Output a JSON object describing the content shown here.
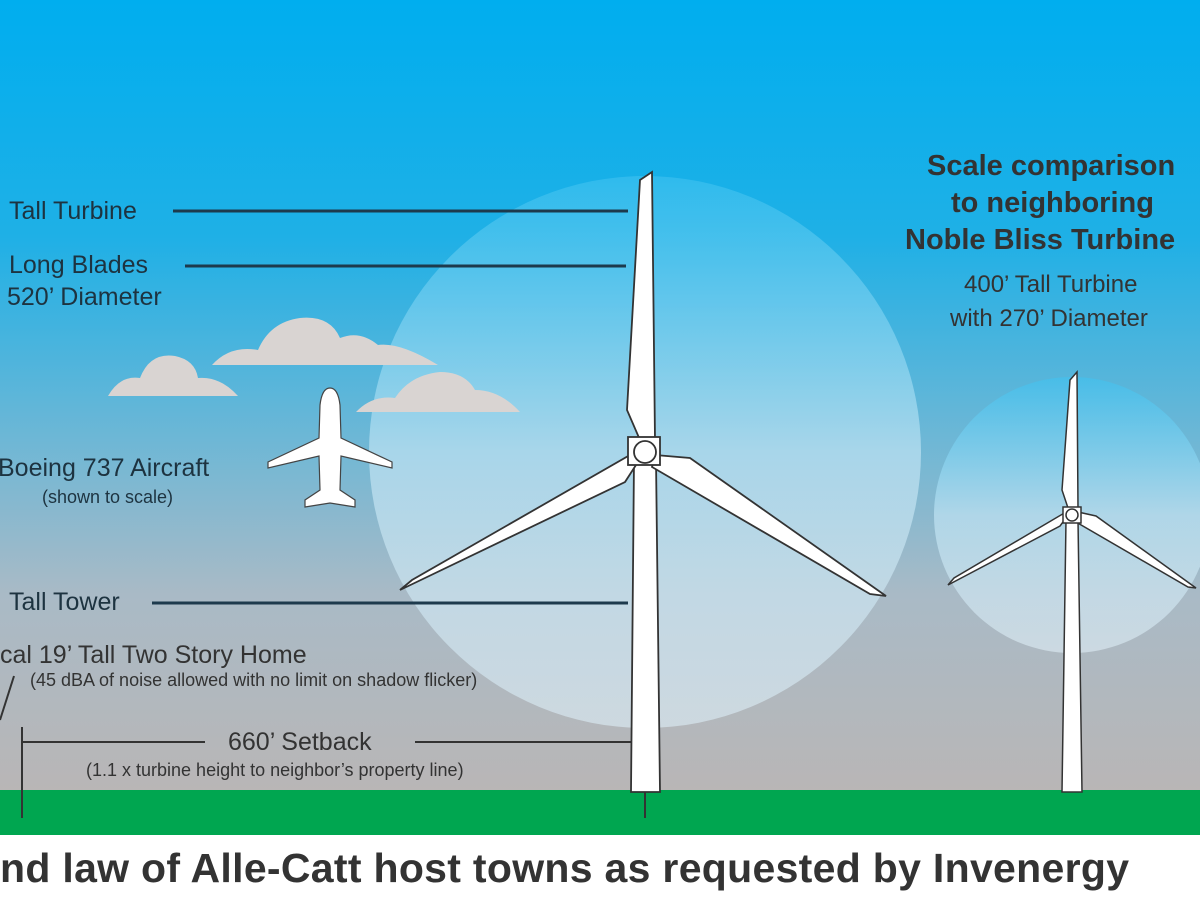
{
  "labels": {
    "tall_turbine": "Tall Turbine",
    "long_blades": "Long Blades",
    "diameter": "520’ Diameter",
    "aircraft": "Boeing 737 Aircraft",
    "aircraft_note": "(shown to scale)",
    "tall_tower": "Tall Tower",
    "home": "cal 19’ Tall Two Story Home",
    "home_note": "(45 dBA of noise allowed with no limit on shadow flicker)",
    "setback": "660’ Setback",
    "setback_note": "(1.1 x turbine height to neighbor’s property line)"
  },
  "comparison": {
    "heading_1": "Scale comparison",
    "heading_2": "to neighboring",
    "heading_3": "Noble Bliss Turbine",
    "detail_1": "400’ Tall Turbine",
    "detail_2": "with 270’ Diameter"
  },
  "title": "nd law of Alle-Catt host towns as requested by Invenergy",
  "colors": {
    "sky_top": "#00aeef",
    "ground": "#00a650",
    "text": "#333333"
  }
}
